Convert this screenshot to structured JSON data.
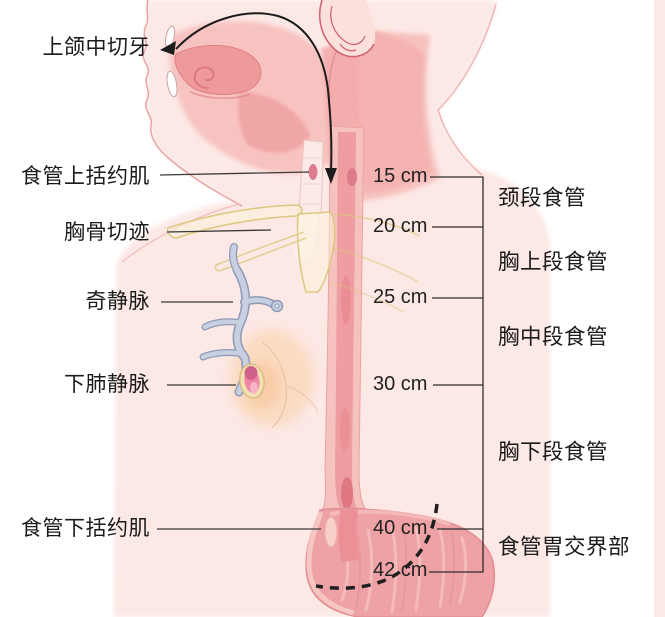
{
  "labels": {
    "left": [
      "上颌中切牙",
      "食管上括约肌",
      "胸骨切迹",
      "奇静脉",
      "下肺静脉",
      "食管下括约肌"
    ],
    "distances": [
      "15 cm",
      "20 cm",
      "25 cm",
      "30 cm",
      "40 cm",
      "42 cm"
    ],
    "segments": [
      "颈段食管",
      "胸上段食管",
      "胸中段食管",
      "胸下段食管",
      "食管胃交界部"
    ]
  },
  "colors": {
    "body_pink": "#fce8e5",
    "inner_pink": "#f7c0bd",
    "esophagus_lumen": "#ee9da0",
    "stomach": "#efa2a6",
    "bone_outline": "#dcc87f",
    "vein_fill": "#c7cfe1",
    "vein_outline": "#8d9ab7",
    "pulmonary_vein_opening": "#ee86a6",
    "line_dark": "#1c1c1c"
  }
}
